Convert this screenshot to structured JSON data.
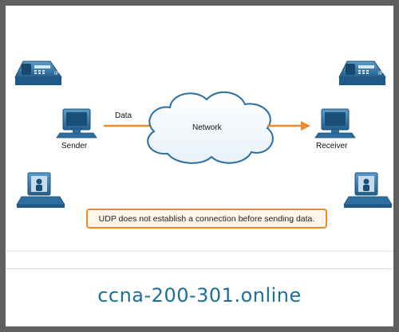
{
  "diagram": {
    "data_label": "Data",
    "network_label": "Network",
    "sender_label": "Sender",
    "receiver_label": "Receiver",
    "callout_text": "UDP does not establish a connection before sending data.",
    "phone_badge": "IP",
    "watermark": "ccna-200-301.online"
  },
  "colors": {
    "arrow": "#f08a28",
    "device": "#2f6f9f",
    "cloud_border": "#2a6f9e",
    "callout_border": "#f08a28",
    "watermark": "#1d6f9a"
  }
}
